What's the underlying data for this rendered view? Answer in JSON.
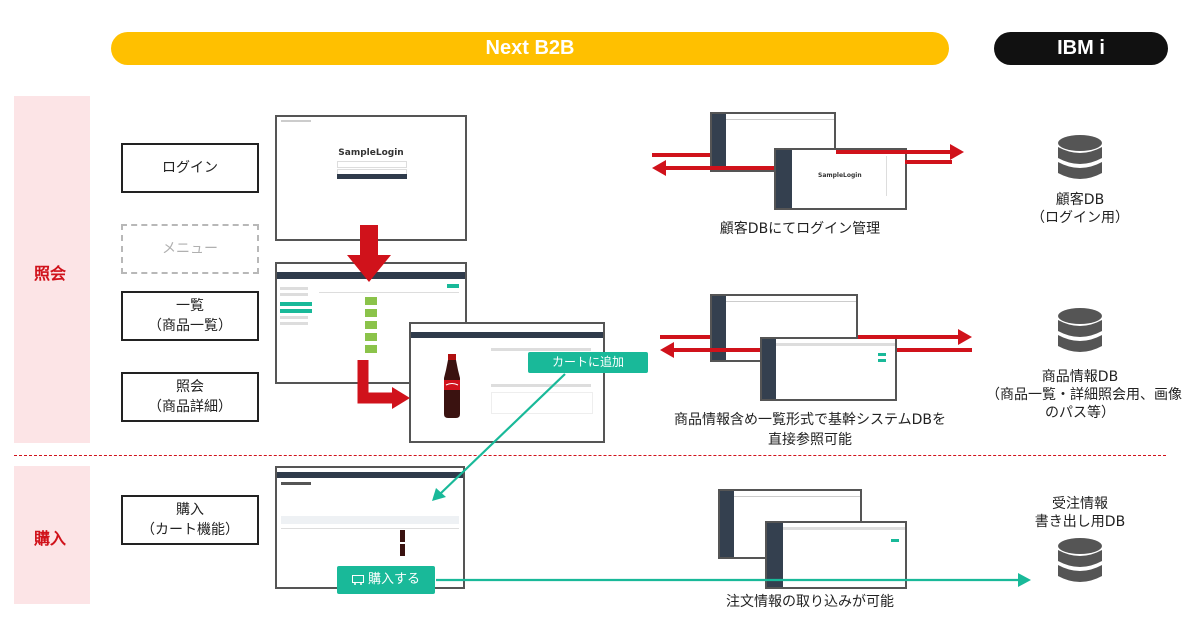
{
  "headers": {
    "next_b2b": "Next B2B",
    "ibm_i": "IBM i"
  },
  "sections": {
    "inquiry": "照会",
    "purchase": "購入"
  },
  "steps": {
    "login": "ログイン",
    "menu": "メニュー",
    "list_line1": "一覧",
    "list_line2": "（商品一覧）",
    "detail_line1": "照会",
    "detail_line2": "（商品詳細）",
    "cart_line1": "購入",
    "cart_line2": "（カート機能）"
  },
  "screens": {
    "login_title": "SampleLogin",
    "add_to_cart": "カートに追加",
    "purchase_button": "購入する"
  },
  "captions": {
    "login_mgmt": "顧客DBにてログイン管理",
    "product_ref_line1": "商品情報含め一覧形式で基幹システムDBを",
    "product_ref_line2": "直接参照可能",
    "order_import": "注文情報の取り込みが可能"
  },
  "databases": {
    "customer_line1": "顧客DB",
    "customer_line2": "（ログイン用）",
    "product_line1": "商品情報DB",
    "product_line2": "（商品一覧・詳細照会用、画像",
    "product_line3": "のパス等）",
    "order_line1": "受注情報",
    "order_line2": "書き出し用DB"
  },
  "colors": {
    "header_yellow": "#ffc000",
    "header_black": "#111111",
    "side_pink": "#fce4e6",
    "accent_red": "#d0121b",
    "teal": "#19b999",
    "db_gray": "#555555"
  },
  "icons": [
    "database-icon",
    "cart-icon"
  ]
}
